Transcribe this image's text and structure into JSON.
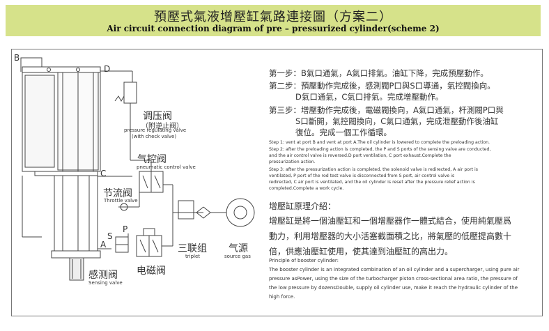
{
  "header": {
    "title_cn": "預壓式氣液增壓缸氣路連接圖（方案二）",
    "title_en": "Air circuit connection diagram of pre – pressurized cylinder(scheme 2)"
  },
  "diagram": {
    "port_b": "B",
    "port_d": "D",
    "port_c": "C",
    "port_a": "A",
    "port_s": "S",
    "port_p": "P",
    "pressure_valve_cn": "调压阀",
    "pressure_valve_sub": "（附逆止阀）",
    "pressure_valve_en1": "pressure regulating valve",
    "pressure_valve_en2": "(with check valve)",
    "pneumatic_cn": "气控阀",
    "pneumatic_en": "pneumatic control valve",
    "throttle_cn": "节流阀",
    "throttle_en": "Throttle valve",
    "triplet_cn": "三联组",
    "triplet_en": "triplet",
    "source_cn": "气源",
    "source_en": "source gas",
    "solenoid_cn": "电磁阀",
    "sensing_cn": "感测阀",
    "sensing_en": "Sensing valve"
  },
  "steps_cn": [
    "第一步：B氣口通氣，A氣口排氣。油缸下降，完成預壓動作。",
    "第二步：預壓動作完成後，感測閥P口與S口導通，氣控閥換向。",
    "        D氣口通氣，C氣口排氣。完成增壓動作。",
    "第三步：增壓動作完成後，電磁閥換向，A氣口通氣，杆測閥P口與",
    "        S口斷開，氣控閥換向，C氣口通氣，完成泄壓動作後油缸",
    "        復位。完成一個工作循環。"
  ],
  "steps_en": [
    "Step 1: vent at port B and vent at port A.The oil cylinder is lowered to complete the preloading action.",
    "Step 2: after the preloading action is completed, the P and S ports of the sensing valve are conducted,",
    "           and the air control valve is reversed.D port ventilation, C port exhaust.Complete the",
    "           pressurization action.",
    "Step 3: after the pressurization action is completed, the solenoid valve is redirected, A air port is",
    "           ventilated, P port of the rod test valve is disconnected from S port, air control valve is",
    "           redirected, C air port is ventilated, and the oil cylinder is reset after the pressure relief action is",
    "           completed.Complete a work cycle."
  ],
  "principle": {
    "heading_cn": "增壓缸原理介紹：",
    "body_cn": [
      "增壓缸是將一個油壓缸和一個增壓器作一體式結合，使用純氣壓爲",
      "動力，利用增壓器的大小活塞截面積之比，將氣壓的低壓提高數十",
      "倍，供應油壓缸使用，使其達到油壓缸的高出力。"
    ],
    "heading_en": "Principle of booster cylinder:",
    "body_en": [
      "The booster cylinder is an integrated combination of an oil cylinder and a supercharger, using pure air",
      "pressure asPower, using the size of the turbocharger piston cross-sectional area ratio, the pressure of",
      "the low pressure by dozensDouble, supply oil cylinder use, make it reach the hydraulic cylinder of the",
      "high force."
    ]
  }
}
